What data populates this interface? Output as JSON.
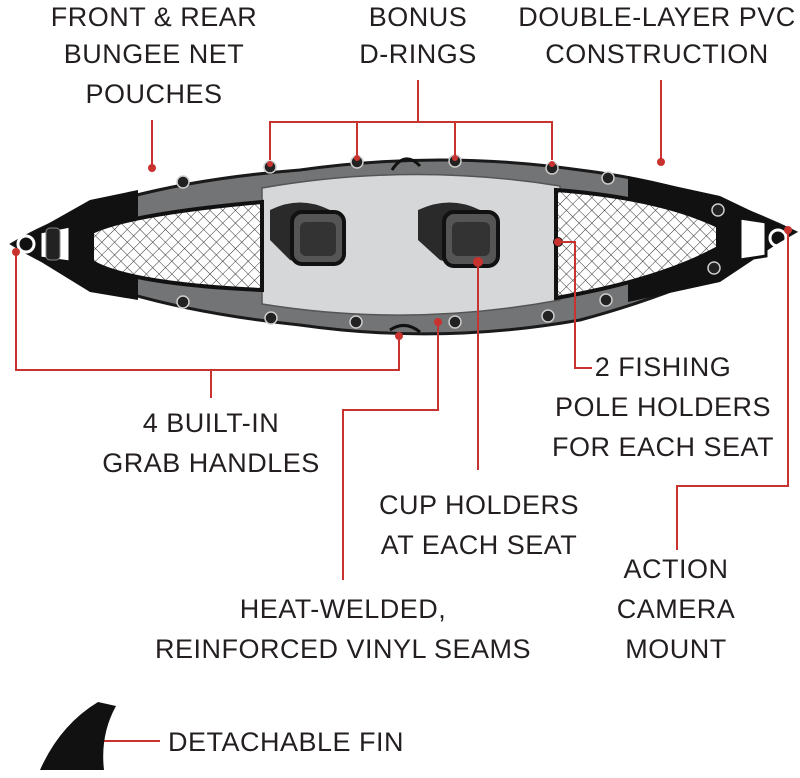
{
  "colors": {
    "callout_line": "#c8332f",
    "text": "#231f20",
    "hull_dark": "#737476",
    "hull_light": "#d6d7d8",
    "frame": "#111111",
    "background": "#ffffff"
  },
  "callouts": {
    "bungee": [
      "FRONT & REAR",
      "BUNGEE NET",
      "POUCHES"
    ],
    "drings": [
      "BONUS",
      "D-RINGS"
    ],
    "pvc": [
      "DOUBLE-LAYER PVC",
      "CONSTRUCTION"
    ],
    "fishing": [
      "2 FISHING",
      "POLE HOLDERS",
      "FOR EACH SEAT"
    ],
    "handles": [
      "4 BUILT-IN",
      "GRAB HANDLES"
    ],
    "cups": [
      "CUP HOLDERS",
      "AT EACH SEAT"
    ],
    "camera": [
      "ACTION",
      "CAMERA",
      "MOUNT"
    ],
    "seams": [
      "HEAT-WELDED,",
      "REINFORCED VINYL SEAMS"
    ],
    "fin": [
      "DETACHABLE FIN"
    ]
  }
}
